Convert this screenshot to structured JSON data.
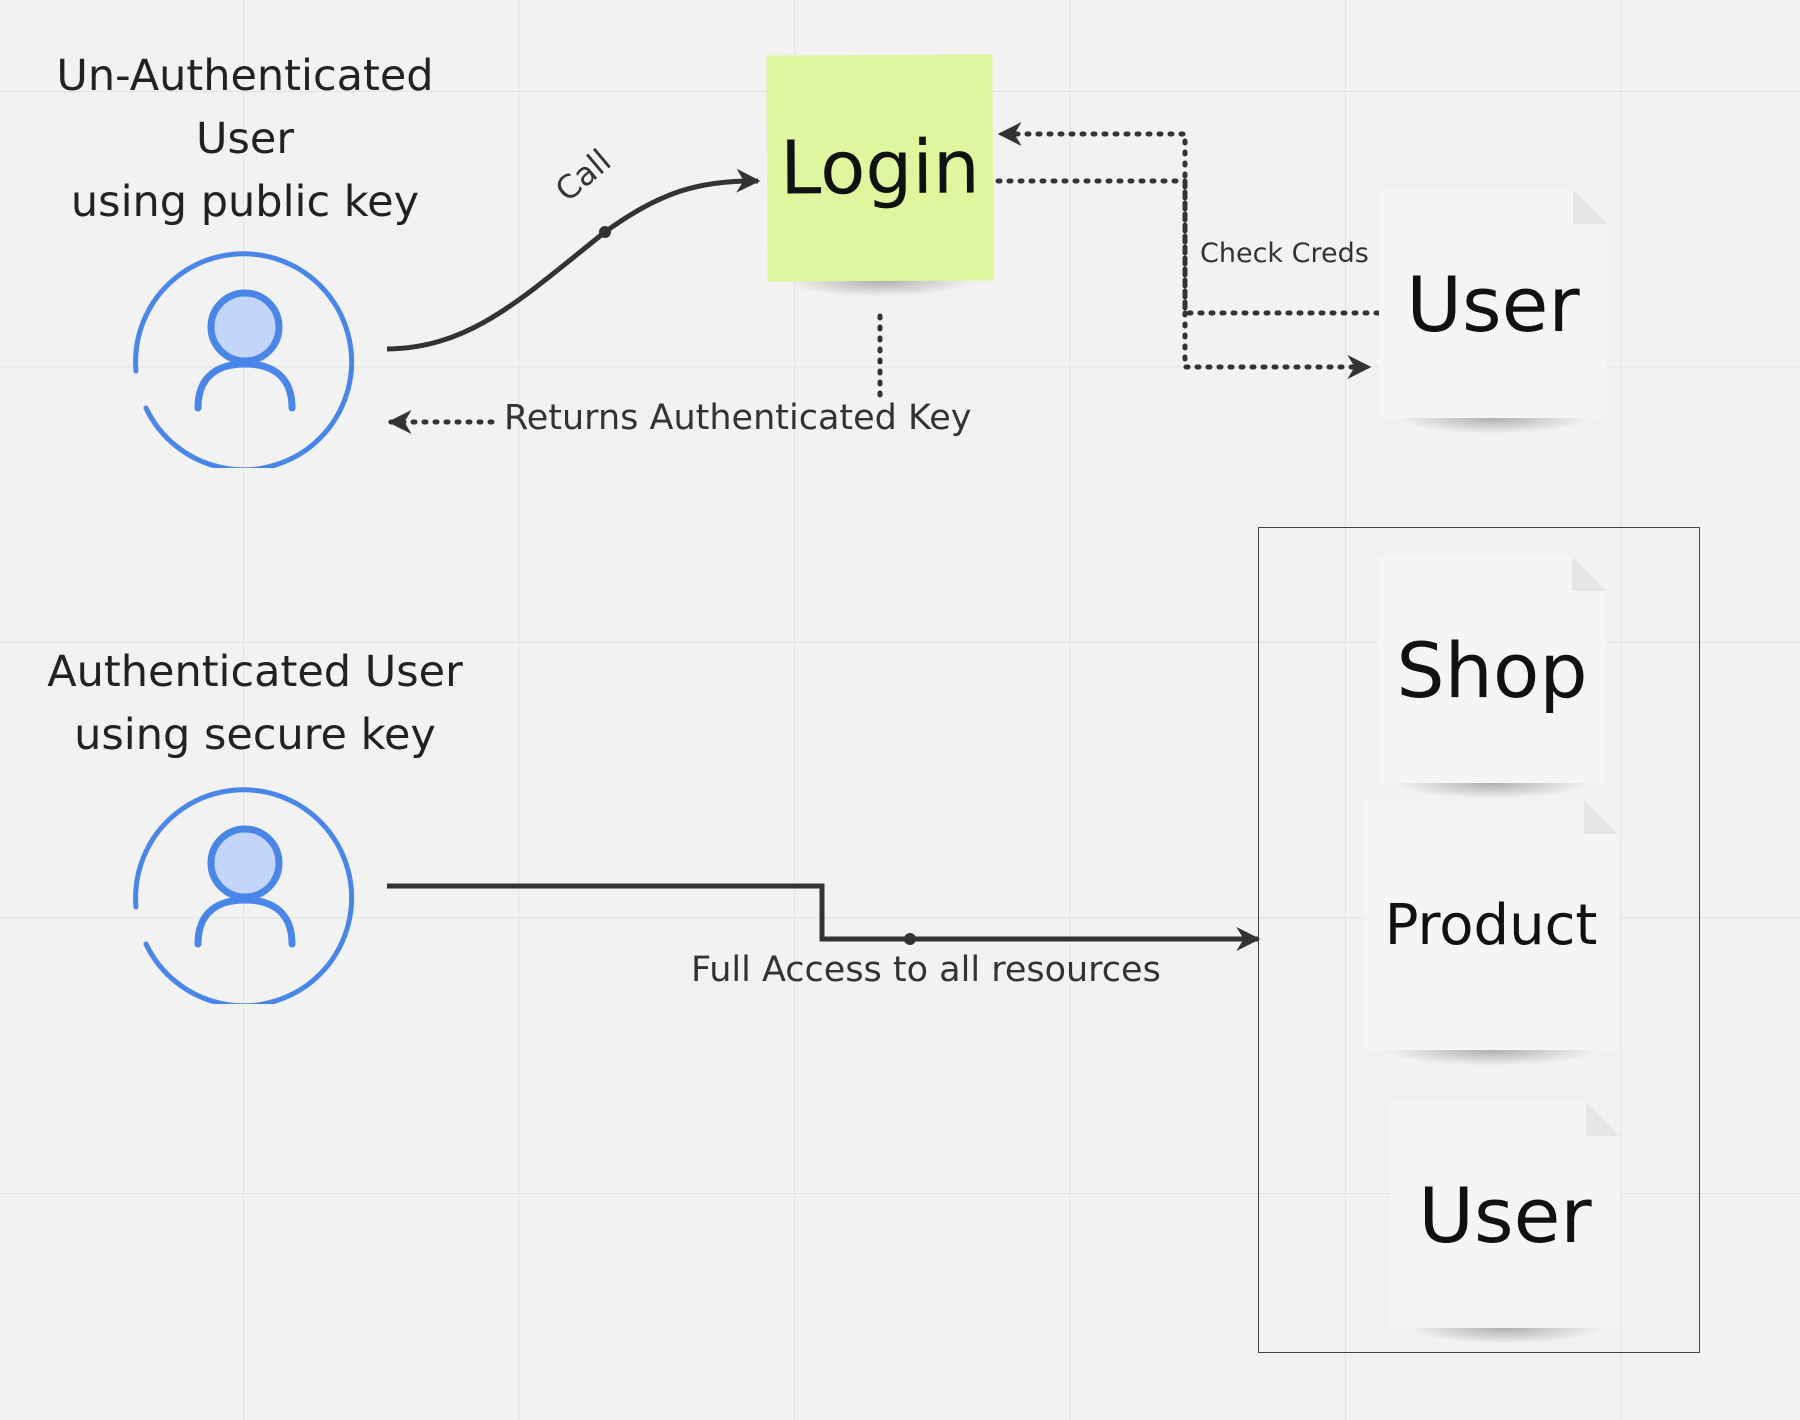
{
  "actors": {
    "unauth_title": [
      "Un-Authenticated",
      "User",
      "using public key"
    ],
    "auth_title": [
      "Authenticated User",
      "using secure key"
    ]
  },
  "nodes": {
    "login": "Login",
    "user_top": "User",
    "shop": "Shop",
    "product": "Product",
    "user_bottom": "User"
  },
  "edges": {
    "call": "Call",
    "returns": "Returns Authenticated Key",
    "check_creds": "Check Creds",
    "full_access": "Full Access to all resources"
  },
  "colors": {
    "background": "#f2f2f2",
    "grid": "#e3e3e3",
    "login_sticky": "#dff59e",
    "white_sticky": "#f5f5f6",
    "avatar_stroke": "#4a86e8",
    "avatar_fill": "#c3d6fa",
    "connector": "#333333"
  },
  "icons": {
    "actor": "user-avatar-icon"
  }
}
